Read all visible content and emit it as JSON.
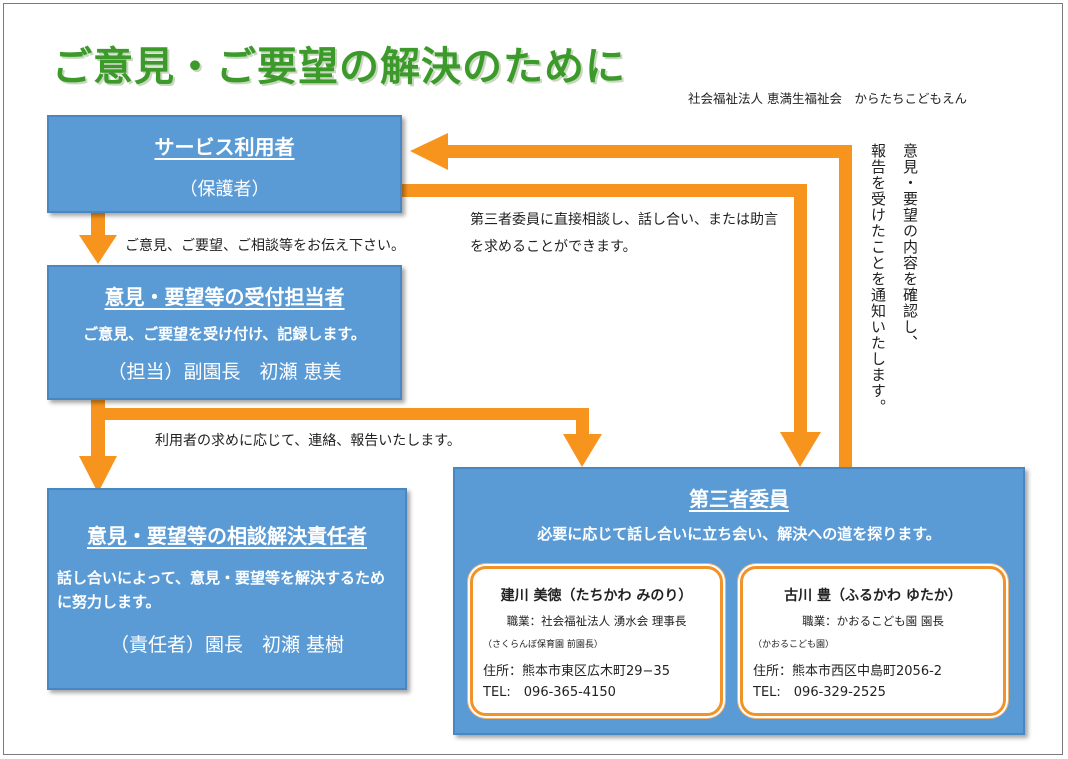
{
  "title": "ご意見・ご要望の解決のために",
  "organization": "社会福祉法人 恵満生福祉会　からたちこどもえん",
  "boxes": {
    "user": {
      "heading": "サービス利用者",
      "sub": "（保護者）"
    },
    "reception": {
      "heading": "意見・要望等の受付担当者",
      "desc": "ご意見、ご要望を受け付け、記録します。",
      "person": "（担当）副園長　初瀬 恵美"
    },
    "resolver": {
      "heading": "意見・要望等の相談解決責任者",
      "desc": "話し合いによって、意見・要望等を解決するために努力します。",
      "person": "（責任者）園長　初瀬 基樹"
    },
    "third_party": {
      "heading": "第三者委員",
      "desc": "必要に応じて話し合いに立ち会い、解決への道を探ります。",
      "members": [
        {
          "name": "建川 美徳（たちかわ みのり）",
          "job": "職業：社会福祉法人 湧水会 理事長",
          "note": "（さくらんぼ保育園 前園長）",
          "address": "住所：熊本市東区広木町29−35",
          "tel": "TEL:　096-365-4150"
        },
        {
          "name": "古川 豊（ふるかわ ゆたか）",
          "job": "職業：かおるこども園 園長",
          "note": "（かおるこども園）",
          "address": "住所：熊本市西区中島町2056-2",
          "tel": "TEL:　096-329-2525"
        }
      ]
    }
  },
  "labels": {
    "to_reception": "ご意見、ご要望、ご相談等をお伝え下さい。",
    "direct_consult": "第三者委員に直接相談し、話し合い、または助言を求めることができます。",
    "report_to_third": "利用者の求めに応じて、連絡、報告いたします。",
    "confirm_vertical": "意見・要望の内容を確認し、",
    "notify_vertical": "報告を受けたことを通知いたします。"
  },
  "colors": {
    "box_blue": "#5b9bd5",
    "arrow_orange": "#f7941d",
    "title_green": "#3b9a2a"
  }
}
